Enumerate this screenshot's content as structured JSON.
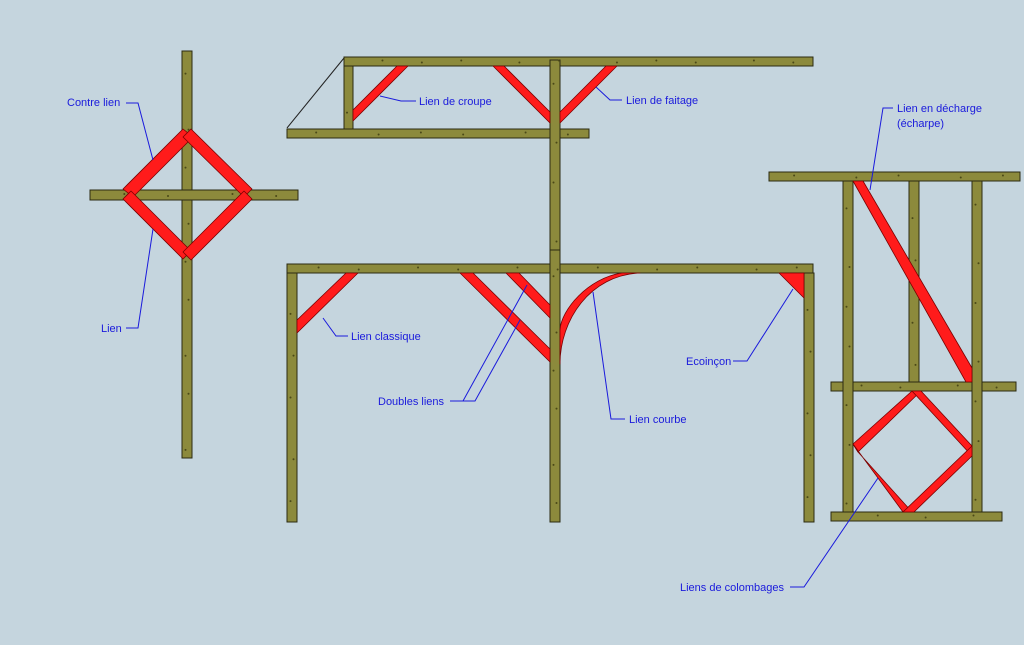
{
  "colors": {
    "background": "#c5d5de",
    "wood": "#8c8a3c",
    "wood_edge": "#2b2a12",
    "brace": "#ff1b1b",
    "brace_edge": "#7a0000",
    "label": "#1a1adc",
    "leader": "#1a1adc"
  },
  "labels": {
    "contre_lien": "Contre lien",
    "lien": "Lien",
    "lien_de_croupe": "Lien de croupe",
    "lien_de_faitage": "Lien de faitage",
    "lien_en_decharge_1": "Lien en décharge",
    "lien_en_decharge_2": "(écharpe)",
    "lien_classique": "Lien classique",
    "doubles_liens": "Doubles liens",
    "ecoincon": "Ecoinçon",
    "lien_courbe": "Lien courbe",
    "liens_de_colombages": "Liens de colombages"
  }
}
